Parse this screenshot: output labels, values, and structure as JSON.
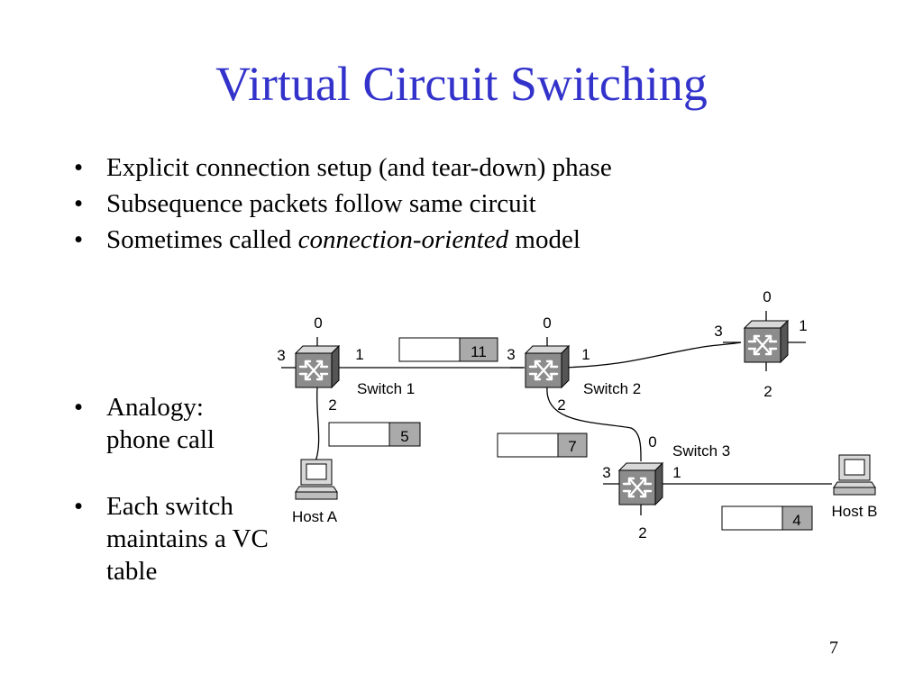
{
  "title": "Virtual Circuit Switching",
  "bullets": [
    "Explicit connection setup (and tear-down) phase",
    "Subsequence packets follow same circuit"
  ],
  "bullet3": {
    "prefix": "Sometimes called ",
    "emphasis": "connection-oriented",
    "suffix": " model"
  },
  "side_bullets": [
    [
      "Analogy:",
      "phone call"
    ],
    [
      "Each switch",
      "maintains a VC",
      "table"
    ]
  ],
  "page_number": "7",
  "switches": [
    {
      "name": "Switch 1",
      "ports": {
        "top": "0",
        "left": "3",
        "right": "1",
        "bottom": "2"
      }
    },
    {
      "name": "Switch 2",
      "ports": {
        "top": "0",
        "left": "3",
        "right": "1",
        "bottom": "2"
      }
    },
    {
      "name": "",
      "ports": {
        "top": "0",
        "left": "3",
        "right": "1",
        "bottom": "2"
      }
    },
    {
      "name": "Switch 3",
      "ports": {
        "top": "0",
        "left": "3",
        "right": "1",
        "bottom": "2"
      }
    }
  ],
  "hosts": [
    "Host A",
    "Host B"
  ],
  "vc_labels": [
    "11",
    "5",
    "7",
    "4"
  ]
}
